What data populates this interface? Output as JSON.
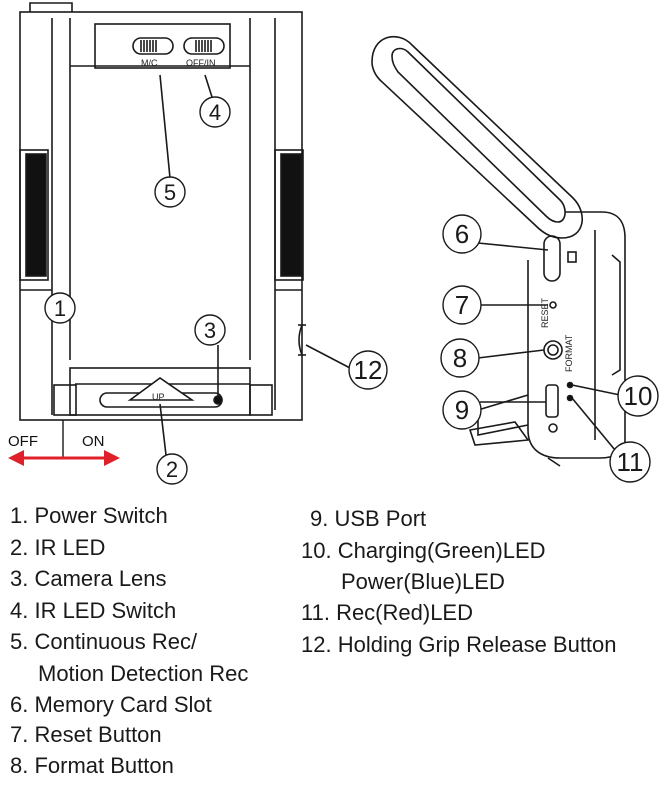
{
  "callouts": {
    "c1": "1",
    "c2": "2",
    "c3": "3",
    "c4": "4",
    "c5": "5",
    "c6": "6",
    "c7": "7",
    "c8": "8",
    "c9": "9",
    "c10": "10",
    "c11": "11",
    "c12": "12"
  },
  "device_labels": {
    "switch_mc": "M/C",
    "switch_offin": "OFF/IN",
    "button_up": "UP",
    "reset": "RESET",
    "format": "FORMAT"
  },
  "arrow_labels": {
    "off": "OFF",
    "on": "ON"
  },
  "colors": {
    "arrow": "#e0202a",
    "line": "#1a1a1a",
    "grip_fill": "#111111"
  },
  "legend": {
    "left": [
      "1. Power Switch",
      "2. IR LED",
      "3. Camera Lens",
      "4. IR LED Switch",
      "5. Continuous Rec/",
      "Motion Detection Rec",
      "6. Memory Card Slot",
      "7. Reset Button",
      "8. Format Button"
    ],
    "right": [
      "9. USB Port",
      "10. Charging(Green)LED",
      "Power(Blue)LED",
      "11. Rec(Red)LED",
      "12. Holding Grip Release Button"
    ]
  }
}
